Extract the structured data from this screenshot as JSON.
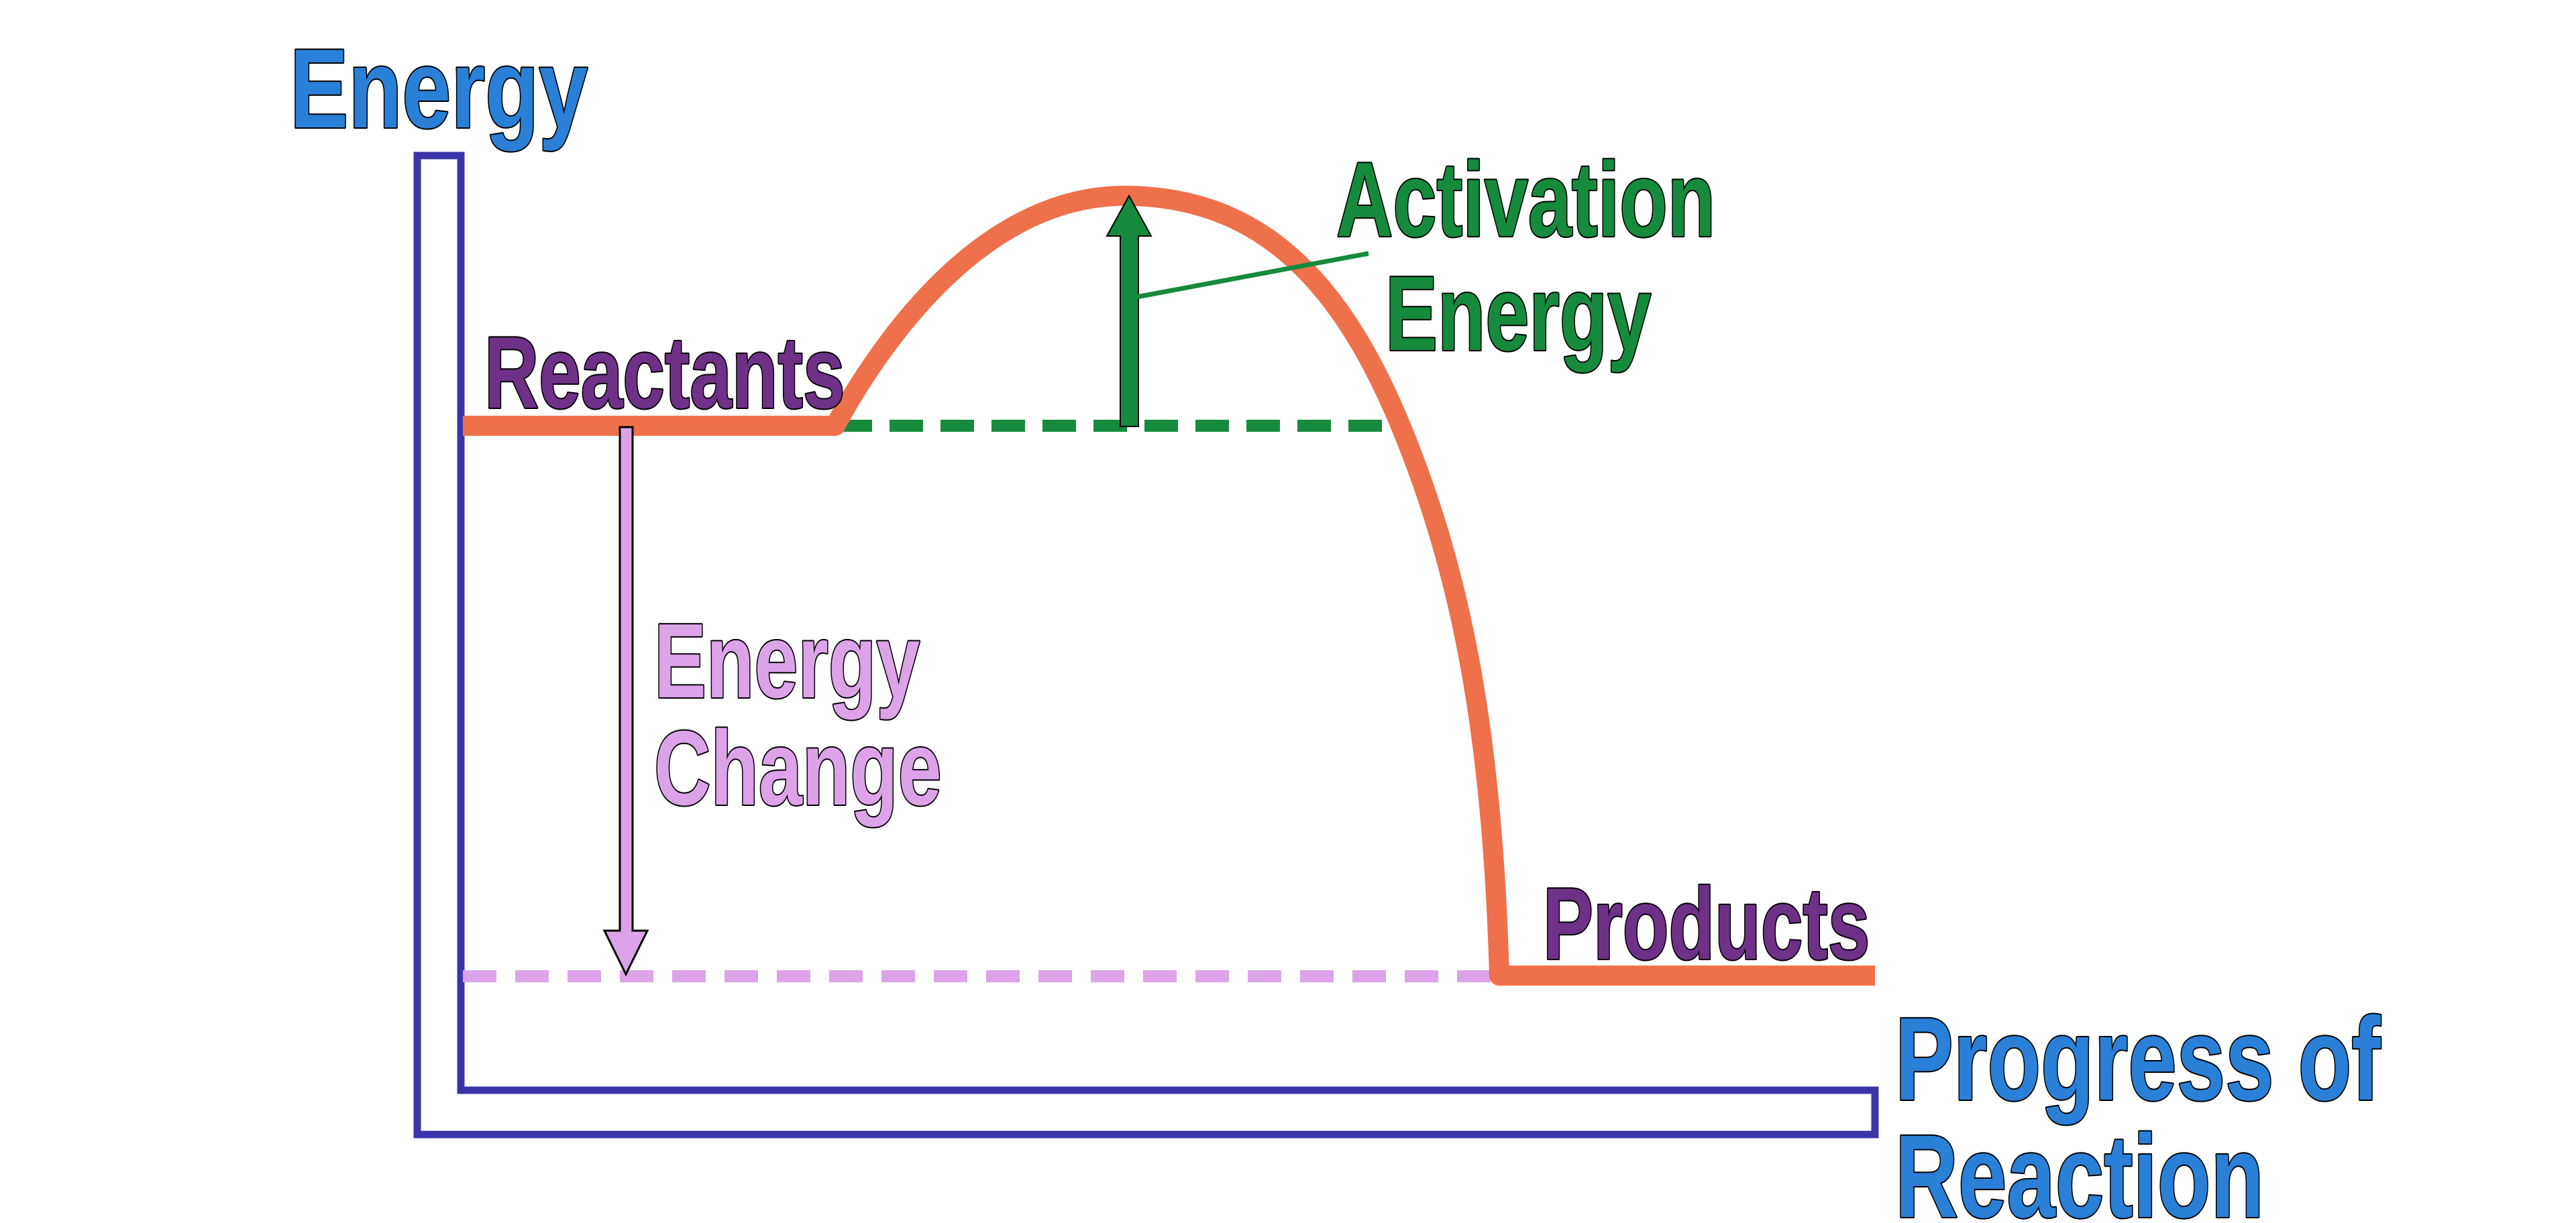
{
  "labels": {
    "y_axis": "Energy",
    "x_axis_line1": "Progress of",
    "x_axis_line2": "Reaction",
    "reactants": "Reactants",
    "products": "Products",
    "activation_line1": "Activation",
    "activation_line2": "Energy",
    "change_line1": "Energy",
    "change_line2": "Change"
  },
  "colors": {
    "axis": "#3b34a8",
    "curve": "#ee714c",
    "axis_label": "#2a7fd6",
    "species_label": "#6e3187",
    "activation": "#168a3d",
    "energy_change": "#dca3e9",
    "label_outline": "#000000"
  }
}
